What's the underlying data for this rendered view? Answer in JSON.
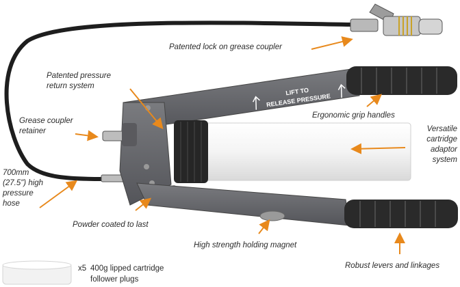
{
  "callouts": {
    "lock": "Patented lock on grease coupler",
    "pressure_return": [
      "Patented pressure",
      "return system"
    ],
    "coupler_retainer": [
      "Grease coupler",
      "retainer"
    ],
    "hose": [
      "700mm",
      "(27.5\") high",
      "pressure",
      "hose"
    ],
    "powder": "Powder coated to last",
    "magnet": "High strength holding magnet",
    "grip": "Ergonomic grip handles",
    "adaptor": [
      "Versatile",
      "cartridge",
      "adaptor",
      "system"
    ],
    "levers": "Robust levers and linkages"
  },
  "handle_text": [
    "LIFT TO",
    "RELEASE PRESSURE"
  ],
  "plugs": {
    "qty": "x5",
    "line1": "400g lipped cartridge",
    "line2": "follower plugs"
  },
  "colors": {
    "arrow": "#e8891c",
    "body": "#6e6f73",
    "grip": "#2a2a2a",
    "cartridge": "#f2f2f2"
  }
}
